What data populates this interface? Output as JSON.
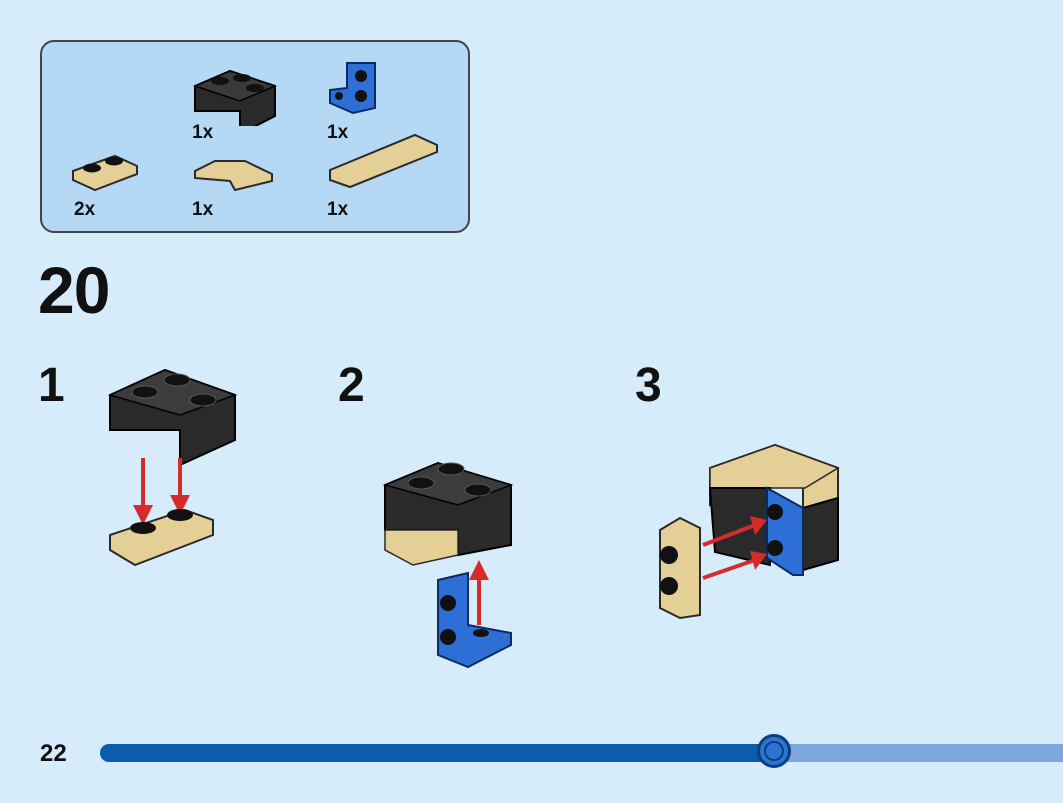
{
  "parts_list": {
    "items": [
      {
        "name": "black-corner-brick",
        "qty": "1x"
      },
      {
        "name": "blue-bracket",
        "qty": "1x"
      },
      {
        "name": "tan-plate-1x2",
        "qty": "2x"
      },
      {
        "name": "tan-corner-tile",
        "qty": "1x"
      },
      {
        "name": "tan-tile-long",
        "qty": "1x"
      }
    ]
  },
  "step": {
    "number": "20",
    "substeps": [
      {
        "label": "1"
      },
      {
        "label": "2"
      },
      {
        "label": "3"
      }
    ]
  },
  "footer": {
    "page_number": "22",
    "progress": 0.7
  },
  "colors": {
    "background": "#d7ecfb",
    "parts_box": "#b5d8f4",
    "black_brick": "#2a2a2a",
    "tan": "#e4cf96",
    "blue": "#2d6fd6",
    "arrow_red": "#d62b2b",
    "progress_fill": "#0b5cad",
    "progress_track": "#7ea6dd"
  }
}
